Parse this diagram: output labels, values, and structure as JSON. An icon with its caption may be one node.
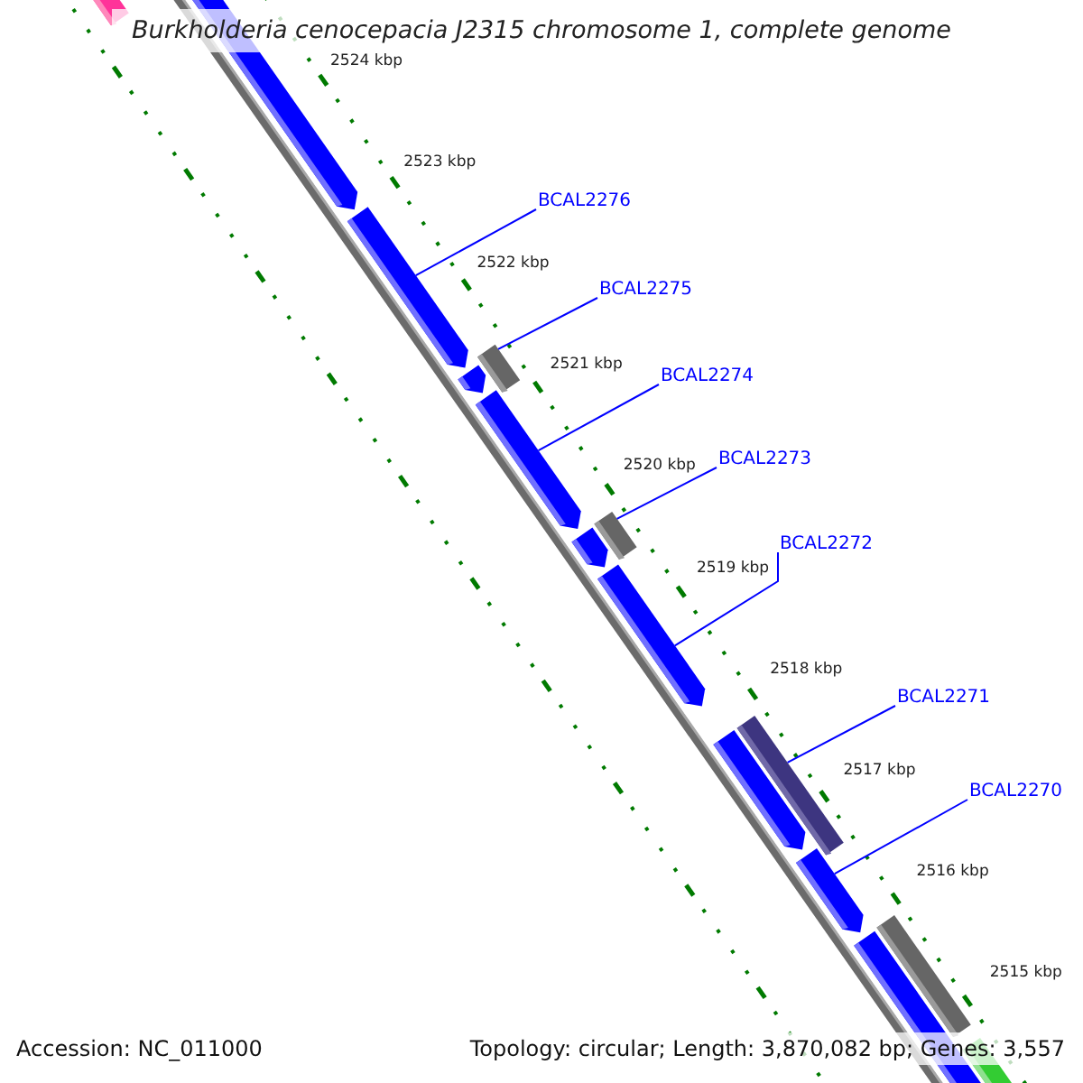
{
  "diagram": {
    "title": "Burkholderia cenocepacia J2315 chromosome 1, complete genome",
    "nodes": [
      {
        "text": [
          "BCAL2276"
        ]
      },
      {
        "text": [
          "BCAL2275"
        ]
      },
      {
        "text": [
          "BCAL2274"
        ]
      },
      {
        "text": [
          "BCAL2273"
        ]
      },
      {
        "text": [
          "BCAL2272"
        ]
      },
      {
        "text": [
          "BCAL2271"
        ]
      },
      {
        "text": [
          "BCAL2270"
        ]
      },
      {
        "text": [],
        "shape": "pentagon"
      },
      {
        "text": [],
        "shape": "box"
      },
      {
        "text": [],
        "shape": "pentagon"
      },
      {
        "text": [],
        "shape": "box"
      },
      {
        "text": [],
        "shape": "pentagon"
      },
      {
        "text": [],
        "shape": "box"
      },
      {
        "text": [],
        "shape": "pentagon"
      }
    ],
    "edges": [
      {
        "from": 0,
        "to": 7,
        "arrow": "none"
      },
      {
        "from": 1,
        "to": 8,
        "arrow": "none"
      },
      {
        "from": 2,
        "to": 9,
        "arrow": "none"
      },
      {
        "from": 3,
        "to": 10,
        "arrow": "none"
      },
      {
        "from": 4,
        "to": 11,
        "arrow": "none"
      },
      {
        "from": 5,
        "to": 12,
        "arrow": "none"
      },
      {
        "from": 6,
        "to": 13,
        "arrow": "none"
      }
    ],
    "labels": [
      "2524 kbp",
      "2523 kbp",
      "2522 kbp",
      "2521 kbp",
      "2520 kbp",
      "2519 kbp",
      "2518 kbp",
      "2517 kbp",
      "2516 kbp",
      "2515 kbp",
      "Accession: NC_011000",
      "Topology: circular; Length: 3,870,082 bp; Genes: 3,557"
    ]
  }
}
